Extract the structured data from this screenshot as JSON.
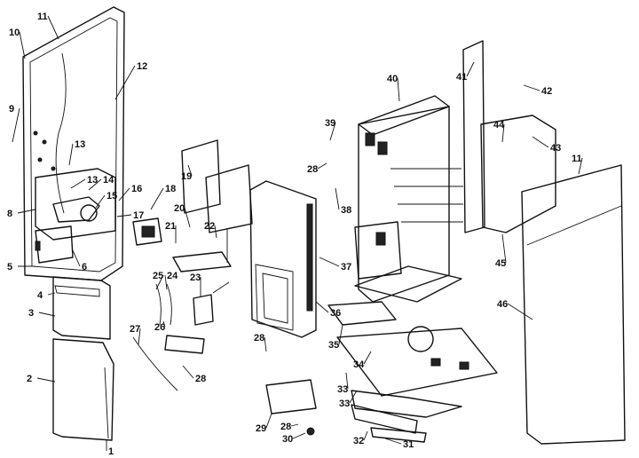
{
  "diagram": {
    "type": "exploded-parts-view",
    "callouts": [
      {
        "label": "1"
      },
      {
        "label": "2"
      },
      {
        "label": "3"
      },
      {
        "label": "4"
      },
      {
        "label": "5"
      },
      {
        "label": "6"
      },
      {
        "label": "8"
      },
      {
        "label": "9"
      },
      {
        "label": "10"
      },
      {
        "label": "11"
      },
      {
        "label": "12"
      },
      {
        "label": "13"
      },
      {
        "label": "13"
      },
      {
        "label": "14"
      },
      {
        "label": "15"
      },
      {
        "label": "16"
      },
      {
        "label": "17"
      },
      {
        "label": "18"
      },
      {
        "label": "19"
      },
      {
        "label": "20"
      },
      {
        "label": "21"
      },
      {
        "label": "22"
      },
      {
        "label": "23"
      },
      {
        "label": "24"
      },
      {
        "label": "25"
      },
      {
        "label": "26"
      },
      {
        "label": "27"
      },
      {
        "label": "28"
      },
      {
        "label": "28"
      },
      {
        "label": "28"
      },
      {
        "label": "28"
      },
      {
        "label": "29"
      },
      {
        "label": "30"
      },
      {
        "label": "31"
      },
      {
        "label": "32"
      },
      {
        "label": "33"
      },
      {
        "label": "33"
      },
      {
        "label": "34"
      },
      {
        "label": "35"
      },
      {
        "label": "36"
      },
      {
        "label": "37"
      },
      {
        "label": "38"
      },
      {
        "label": "39"
      },
      {
        "label": "40"
      },
      {
        "label": "41"
      },
      {
        "label": "42"
      },
      {
        "label": "43"
      },
      {
        "label": "44"
      },
      {
        "label": "45"
      },
      {
        "label": "46"
      },
      {
        "label": "11"
      }
    ]
  }
}
